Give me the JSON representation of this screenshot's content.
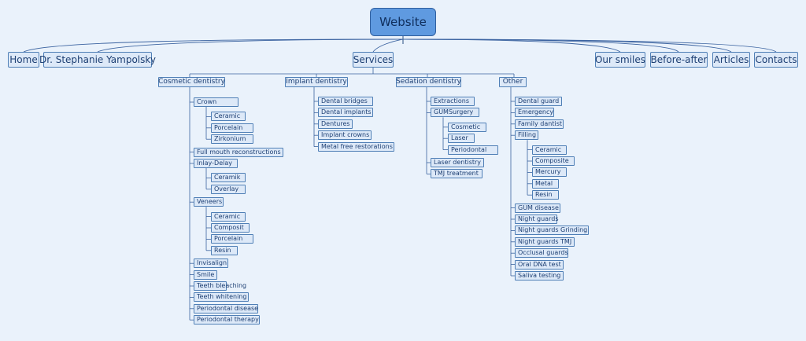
{
  "mindmap": {
    "root": "Website",
    "top_items": [
      {
        "id": "home",
        "label": "Home"
      },
      {
        "id": "dr",
        "label": "Dr. Stephanie Yampolsky"
      },
      {
        "id": "services",
        "label": "Services"
      },
      {
        "id": "smiles",
        "label": "Our smiles"
      },
      {
        "id": "before",
        "label": "Before-after"
      },
      {
        "id": "articles",
        "label": "Articles"
      },
      {
        "id": "contacts",
        "label": "Contacts"
      }
    ],
    "services": {
      "cosmetic": {
        "label": "Cosmetic dentistry",
        "children": [
          {
            "label": "Crown",
            "children": [
              "Ceramic",
              "Porcelain",
              "Zirkonium"
            ]
          },
          {
            "label": "Full mouth reconstructions"
          },
          {
            "label": "Inlay-Delay",
            "children": [
              "Ceramik",
              "Overlay"
            ]
          },
          {
            "label": "Veneers",
            "children": [
              "Ceramic",
              "Composit",
              "Porcelain",
              "Resin"
            ]
          },
          {
            "label": "Invisalign"
          },
          {
            "label": "Smile"
          },
          {
            "label": "Teeth bleaching"
          },
          {
            "label": "Teeth whitening"
          },
          {
            "label": "Periodontal disease"
          },
          {
            "label": "Periodontal therapy"
          }
        ]
      },
      "implant": {
        "label": "Implant dentistry",
        "children": [
          {
            "label": "Dental bridges"
          },
          {
            "label": "Dental implants"
          },
          {
            "label": "Dentures"
          },
          {
            "label": "Implant crowns"
          },
          {
            "label": "Metal free restorations"
          }
        ]
      },
      "sedation": {
        "label": "Sedation dentistry",
        "children": [
          {
            "label": "Extractions"
          },
          {
            "label": "GUMSurgery",
            "children": [
              "Cosmetic",
              "Laser",
              "Periodontal"
            ]
          },
          {
            "label": "Laser dentistry"
          },
          {
            "label": "TMJ treatment"
          }
        ]
      },
      "other": {
        "label": "Other",
        "children": [
          {
            "label": "Dental guard"
          },
          {
            "label": "Emergency"
          },
          {
            "label": "Family dantist"
          },
          {
            "label": "Filling",
            "children": [
              "Ceramic",
              "Composite",
              "Mercury",
              "Metal",
              "Resin"
            ]
          },
          {
            "label": "GUM disease"
          },
          {
            "label": "Night guards"
          },
          {
            "label": "Night guards Grinding"
          },
          {
            "label": "Night guards TMJ"
          },
          {
            "label": "Occlusal guards"
          },
          {
            "label": "Oral DNA test"
          },
          {
            "label": "Saliva testing"
          }
        ]
      }
    },
    "colors": {
      "background": "#eaf2fb",
      "node_fill": "#dde9f8",
      "node_border": "#4f7fb6",
      "root_fill": "#5f9ae0",
      "text": "#1d3f73",
      "line": "#2a4f80"
    }
  }
}
